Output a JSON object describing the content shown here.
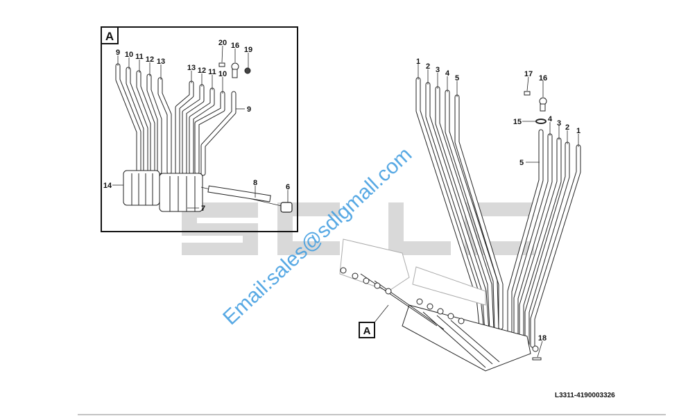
{
  "inset": {
    "label": "A",
    "callouts": [
      "9",
      "10",
      "11",
      "12",
      "13",
      "13",
      "12",
      "11",
      "10",
      "9",
      "20",
      "16",
      "19",
      "14",
      "8",
      "6",
      "7"
    ]
  },
  "main": {
    "callouts_left": [
      "1",
      "2",
      "3",
      "4",
      "5"
    ],
    "callouts_right": [
      "17",
      "16",
      "15",
      "4",
      "3",
      "2",
      "1",
      "5"
    ],
    "callout_18": "18",
    "view_label": "A"
  },
  "watermark": {
    "brand": "SDLG",
    "email": "Email:sales@sdlgmall.com"
  },
  "drawing_code": "L3311-4190003326"
}
